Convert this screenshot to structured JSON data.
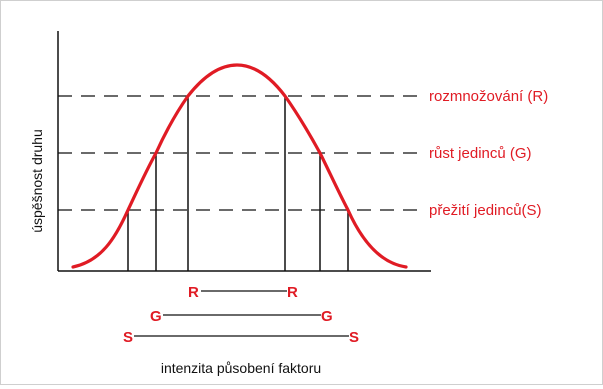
{
  "diagram": {
    "y_axis_label": "úspěšnost druhu",
    "x_axis_label": "intenzita působení faktoru",
    "levels": [
      {
        "label": "rozmnožování (R)"
      },
      {
        "label": "růst jedinců (G)"
      },
      {
        "label": "přežití jedinců(S)"
      }
    ],
    "ranges": [
      {
        "left": "R",
        "right": "R"
      },
      {
        "left": "G",
        "right": "G"
      },
      {
        "left": "S",
        "right": "S"
      }
    ],
    "colors": {
      "curve": "#e01b24",
      "ink": "#111111"
    }
  }
}
